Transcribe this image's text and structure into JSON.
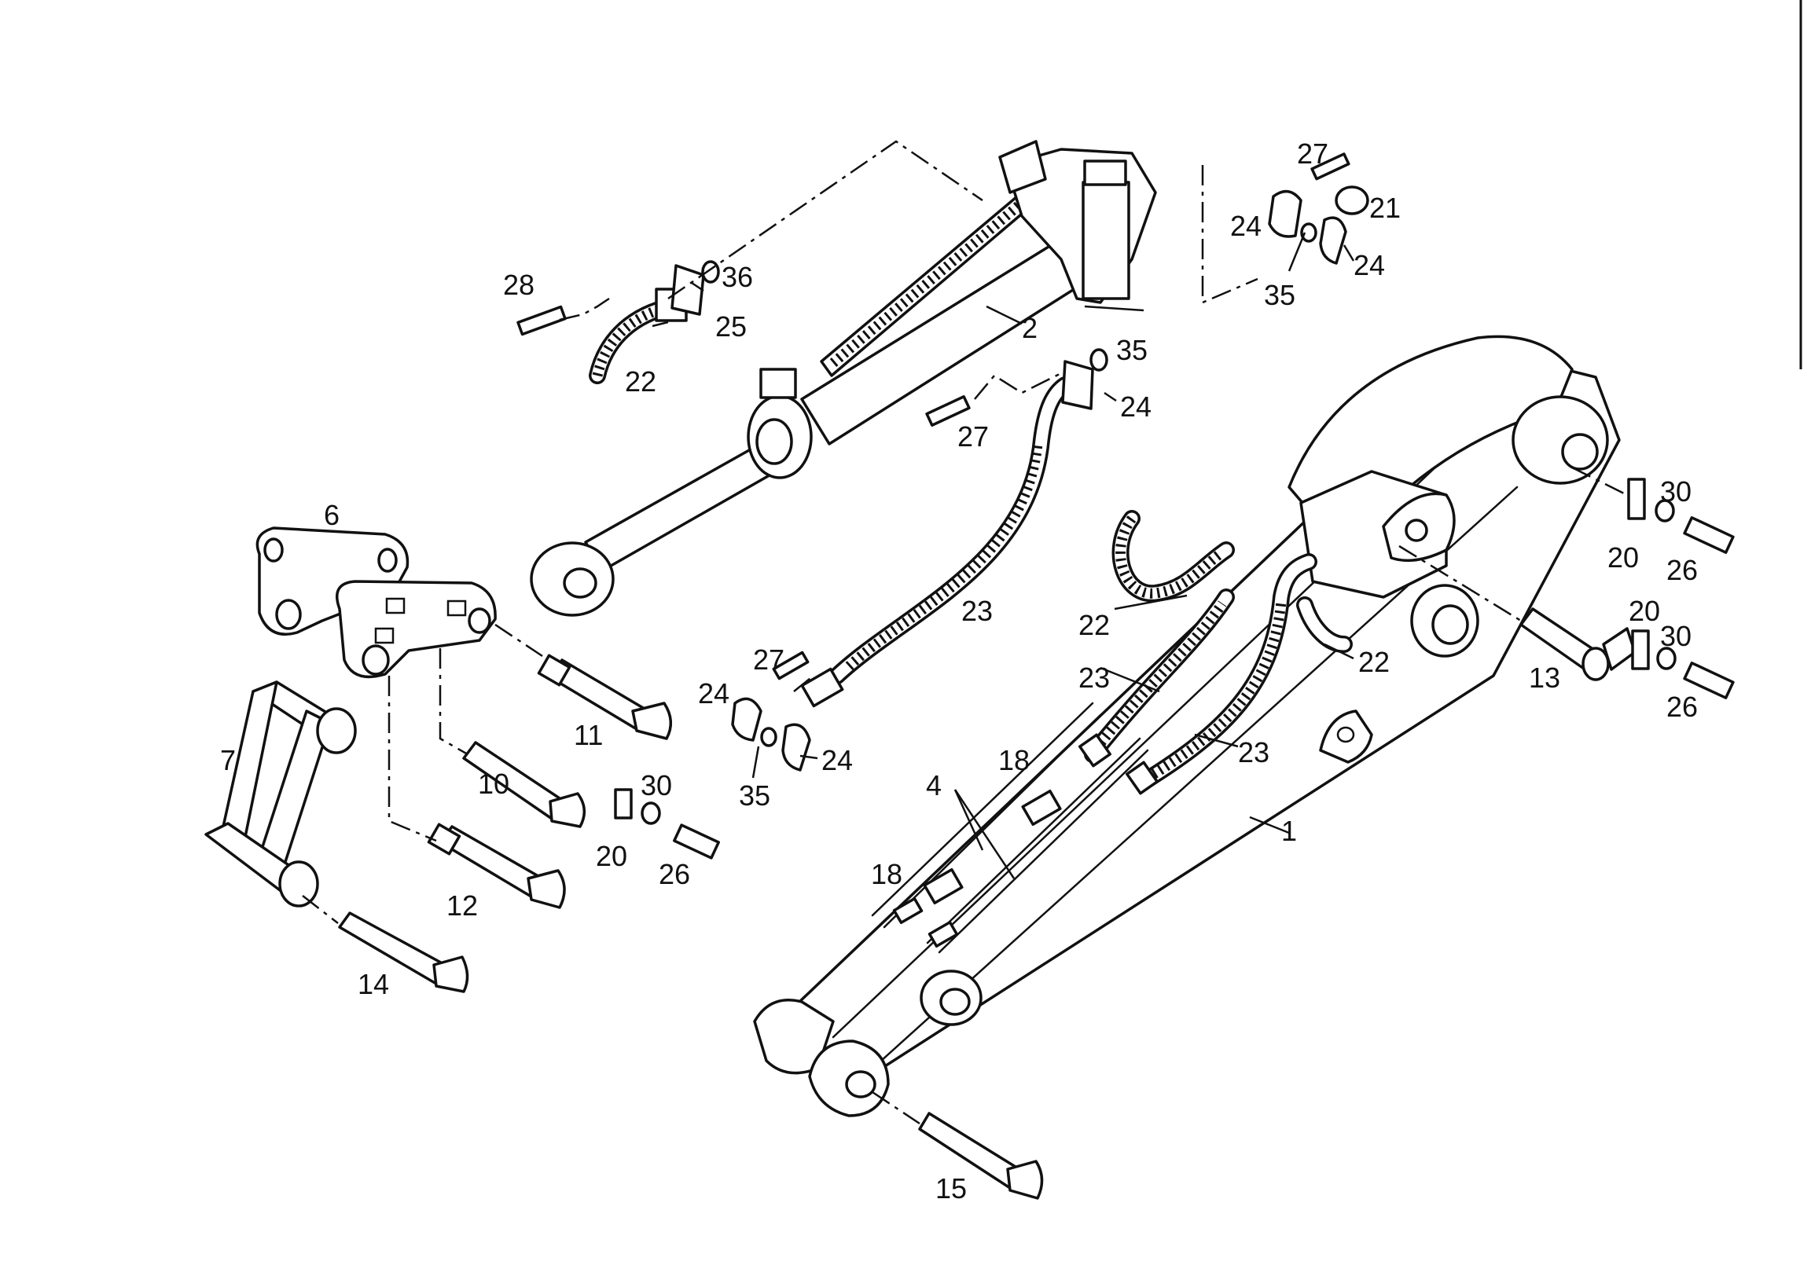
{
  "callouts": {
    "c1": "1",
    "c2": "2",
    "c4": "4",
    "c6": "6",
    "c7": "7",
    "c10": "10",
    "c11": "11",
    "c12": "12",
    "c13": "13",
    "c14": "14",
    "c15": "15",
    "c18a": "18",
    "c18b": "18",
    "c20a": "20",
    "c20b": "20",
    "c20c": "20",
    "c21": "21",
    "c22a": "22",
    "c22b": "22",
    "c22c": "22",
    "c23a": "23",
    "c23b": "23",
    "c23c": "23",
    "c24a": "24",
    "c24b": "24",
    "c24c": "24",
    "c24d": "24",
    "c24e": "24",
    "c25": "25",
    "c26a": "26",
    "c26b": "26",
    "c26c": "26",
    "c27a": "27",
    "c27b": "27",
    "c27c": "27",
    "c28": "28",
    "c30a": "30",
    "c30b": "30",
    "c30c": "30",
    "c35a": "35",
    "c35b": "35",
    "c35c": "35",
    "c36": "36"
  },
  "colors": {
    "ink": "#111111",
    "paper": "#ffffff"
  }
}
